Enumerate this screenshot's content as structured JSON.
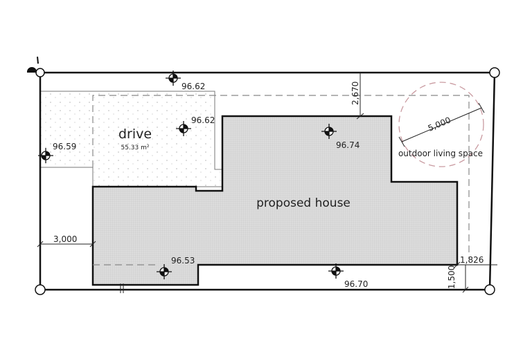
{
  "labels": {
    "drive": "drive",
    "drive_area": "55.33 m²",
    "house": "proposed house",
    "outdoor": "outdoor living space"
  },
  "dimensions": {
    "top_setback": "2,670",
    "side_setback": "3,000",
    "outdoor_diameter": "5,000",
    "right_setback": "1,826",
    "bottom_setback": "1,500"
  },
  "levels": [
    "96.62",
    "96.62",
    "96.59",
    "96.74",
    "96.53",
    "96.70"
  ],
  "colors": {
    "house_fill": "#d9d9d9",
    "outdoor_circle": "#c99aa0",
    "line": "#111111"
  }
}
